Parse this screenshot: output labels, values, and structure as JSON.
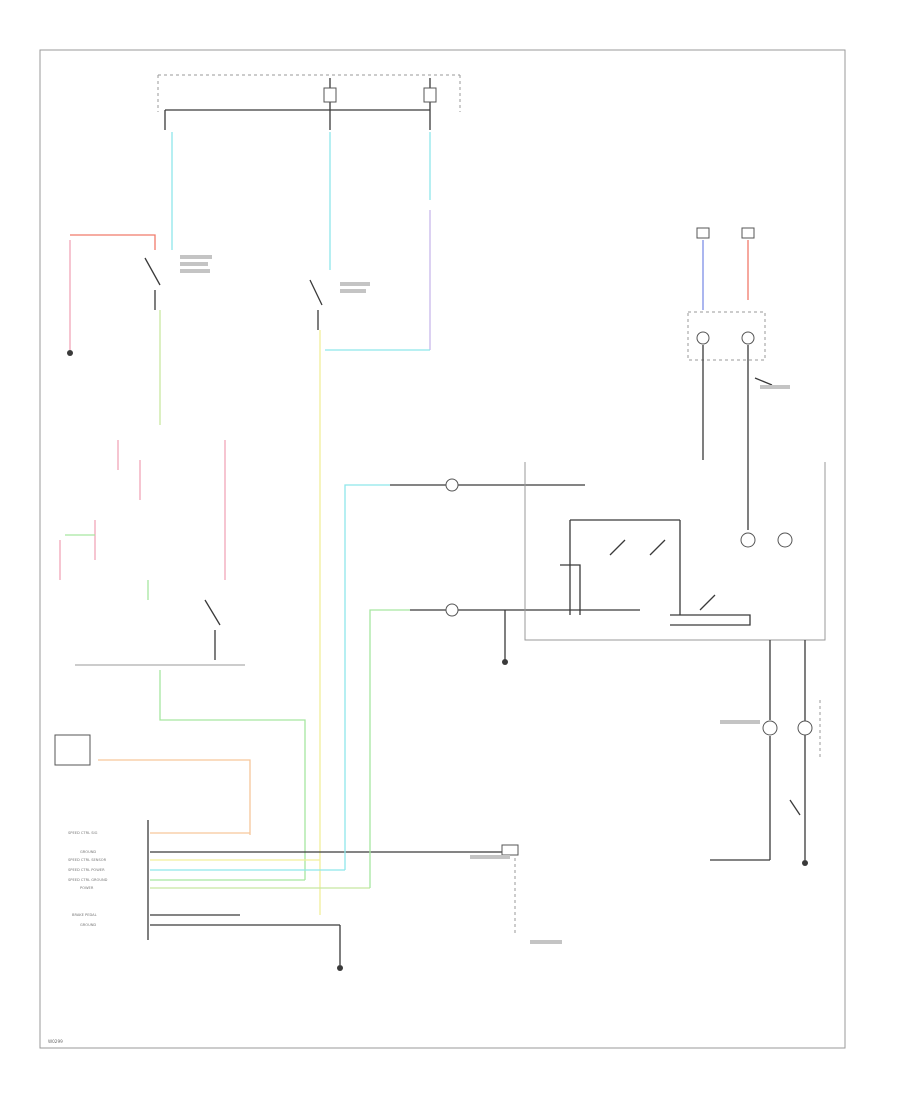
{
  "diagram": {
    "footer_code": "W0299",
    "colors": {
      "frame": "#9a9a9a",
      "wire_black": "#3a3a3a",
      "wire_cyan": "#8ee6ea",
      "wire_pink": "#f2a6b8",
      "wire_red": "#f07a6a",
      "wire_yellow": "#f2ef9a",
      "wire_green": "#a6e6a0",
      "wire_violet": "#c8b8ea",
      "wire_blue": "#7e8fe6",
      "wire_orange": "#f6c79a"
    },
    "module_pins": [
      "SPEED CTRL SIG",
      "GROUND",
      "SPEED CTRL SENSOR",
      "SPEED CTRL POWER",
      "SPEED CTRL GROUND",
      "POWER",
      "BRAKE PEDAL",
      "GROUND"
    ]
  }
}
